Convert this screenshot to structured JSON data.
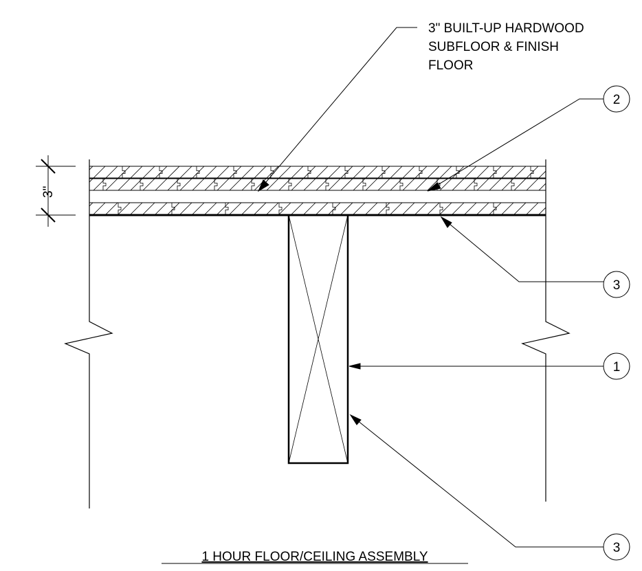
{
  "title": "1 HOUR FLOOR/CEILING ASSEMBLY",
  "note": {
    "lines": [
      "3\" BUILT-UP HARDWOOD",
      "SUBFLOOR & FINISH",
      "FLOOR"
    ]
  },
  "dimension": {
    "label": "3\""
  },
  "callouts": [
    {
      "id": "callout-2",
      "number": "2"
    },
    {
      "id": "callout-3-top",
      "number": "3"
    },
    {
      "id": "callout-1",
      "number": "1"
    },
    {
      "id": "callout-3-bottom",
      "number": "3"
    }
  ],
  "colors": {
    "line": "#000000",
    "background": "#ffffff"
  }
}
